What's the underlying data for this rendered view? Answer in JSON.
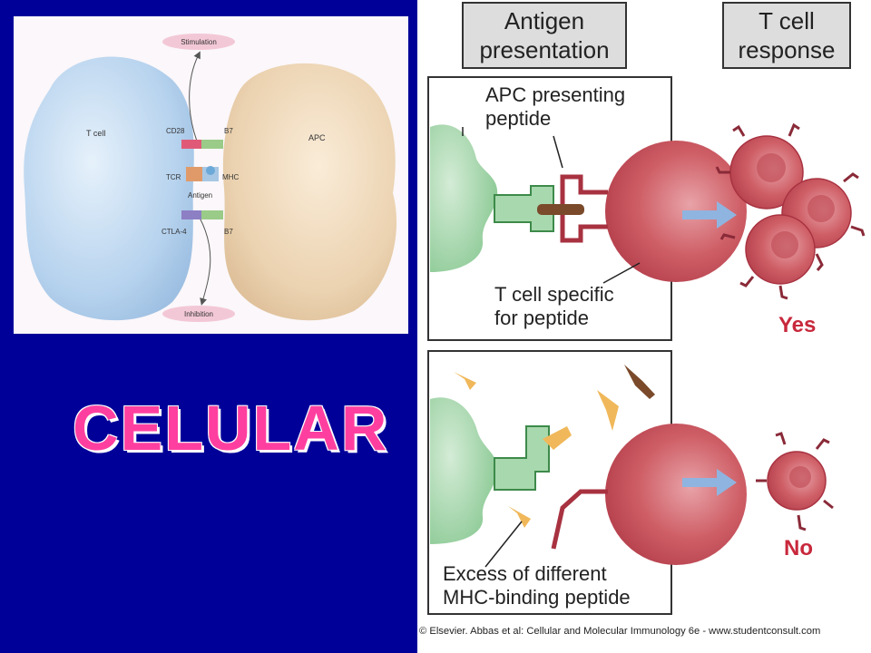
{
  "left_figure": {
    "t_cell_label": "T cell",
    "apc_label": "APC",
    "stimulation": "Stimulation",
    "inhibition": "Inhibition",
    "cd28": "CD28",
    "b7_top": "B7",
    "tcr": "TCR",
    "mhc": "MHC",
    "antigen": "Antigen",
    "ctla4": "CTLA-4",
    "b7_bottom": "B7"
  },
  "title": "CELULAR",
  "right_figure": {
    "header_left": [
      "Antigen",
      "presentation"
    ],
    "header_right": [
      "T cell",
      "response"
    ],
    "top_panel": {
      "apc_label": [
        "APC presenting",
        "peptide"
      ],
      "tcell_label": [
        "T cell specific",
        "for peptide"
      ],
      "result": "Yes"
    },
    "bottom_panel": {
      "excess_label": [
        "Excess of different",
        "MHC-binding peptide"
      ],
      "result": "No"
    },
    "credit": "© Elsevier. Abbas et al: Cellular and Molecular Immunology 6e - www.studentconsult.com"
  },
  "colors": {
    "background": "#000099",
    "title": "#ff3fa0",
    "result_text": "#c8283c",
    "apc_green": "#9ed4a6",
    "tcell_red": "#c8444c",
    "arrow_blue": "#8fb4e0"
  }
}
